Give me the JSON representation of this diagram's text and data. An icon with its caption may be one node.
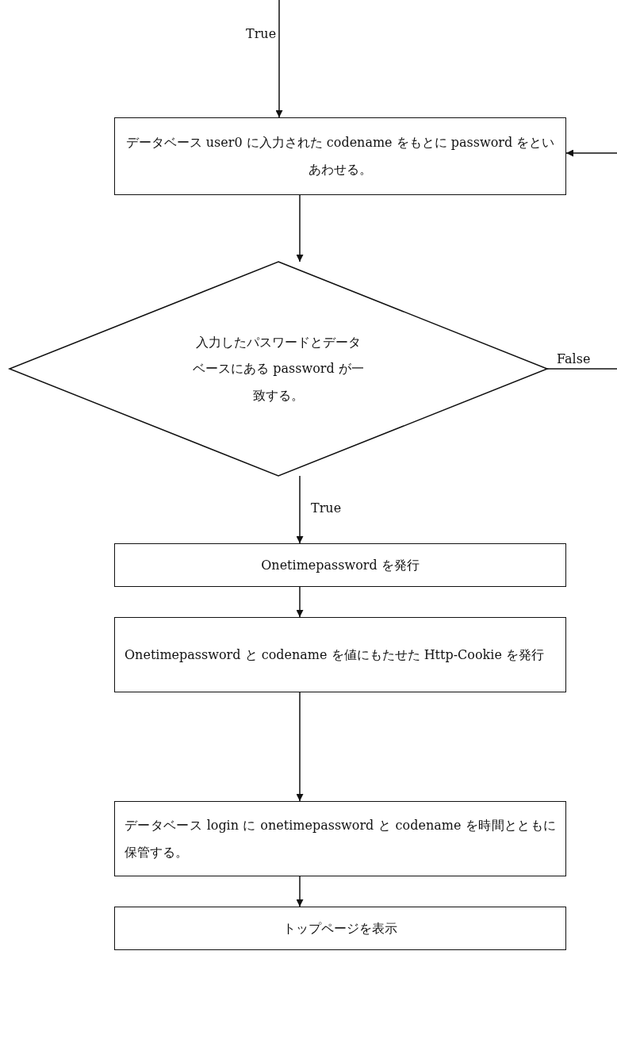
{
  "diagram": {
    "nodes": [
      {
        "text": [
          "データベース user0 に入力された codename をもとに password をといあわせる。"
        ]
      },
      {
        "text": [
          "入力したパスワードとデータベースにある password が一致する。"
        ]
      },
      {
        "text": [
          "Onetimepassword を発行"
        ]
      },
      {
        "text": [
          "Onetimepassword と codename を値にもたせた Http-Cookie を発行"
        ]
      },
      {
        "text": [
          "データベース login に onetimepassword と codename を時間とともに保管する。"
        ]
      },
      {
        "text": [
          "トップページを表示"
        ]
      }
    ],
    "edges": [
      {
        "from": null,
        "to": 0,
        "arrow": "to",
        "label": "True"
      },
      {
        "from": 0,
        "to": 1,
        "arrow": "to"
      },
      {
        "from": 1,
        "to": 2,
        "arrow": "to",
        "label": "True"
      },
      {
        "from": 2,
        "to": 3,
        "arrow": "to"
      },
      {
        "from": 3,
        "to": 4,
        "arrow": "to"
      },
      {
        "from": 4,
        "to": 5,
        "arrow": "to"
      },
      {
        "from": 1,
        "to": null,
        "arrow": "none",
        "label": "False"
      },
      {
        "from": null,
        "to": 0,
        "arrow": "to"
      }
    ]
  }
}
